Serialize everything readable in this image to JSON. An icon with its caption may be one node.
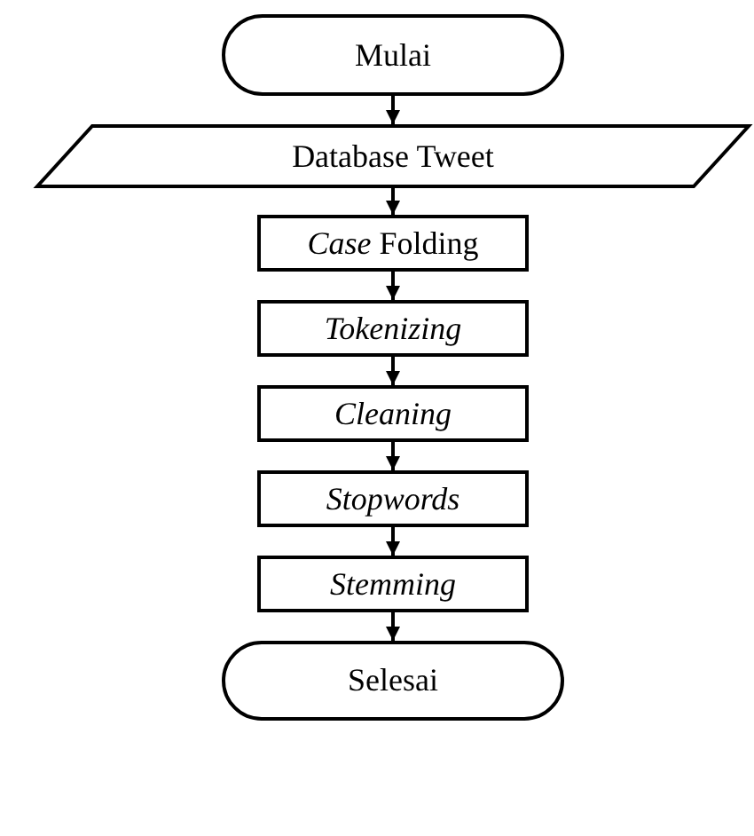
{
  "diagram": {
    "nodes": [
      {
        "text": [
          "Mulai"
        ]
      },
      {
        "text": [
          "Database Tweet"
        ]
      },
      {
        "text": [
          "*Case* Folding"
        ]
      },
      {
        "text": [
          "Tokenizing"
        ]
      },
      {
        "text": [
          "Cleaning"
        ]
      },
      {
        "text": [
          "Stopwords"
        ]
      },
      {
        "text": [
          "Stemming"
        ]
      },
      {
        "text": [
          "Selesai"
        ]
      }
    ],
    "edges": [
      {
        "from": 0,
        "to": 1,
        "arrow": "to"
      },
      {
        "from": 1,
        "to": 2,
        "arrow": "to"
      },
      {
        "from": 2,
        "to": 3,
        "arrow": "to"
      },
      {
        "from": 3,
        "to": 4,
        "arrow": "to"
      },
      {
        "from": 4,
        "to": 5,
        "arrow": "to"
      },
      {
        "from": 5,
        "to": 6,
        "arrow": "to"
      },
      {
        "from": 6,
        "to": 7,
        "arrow": "to"
      }
    ]
  }
}
